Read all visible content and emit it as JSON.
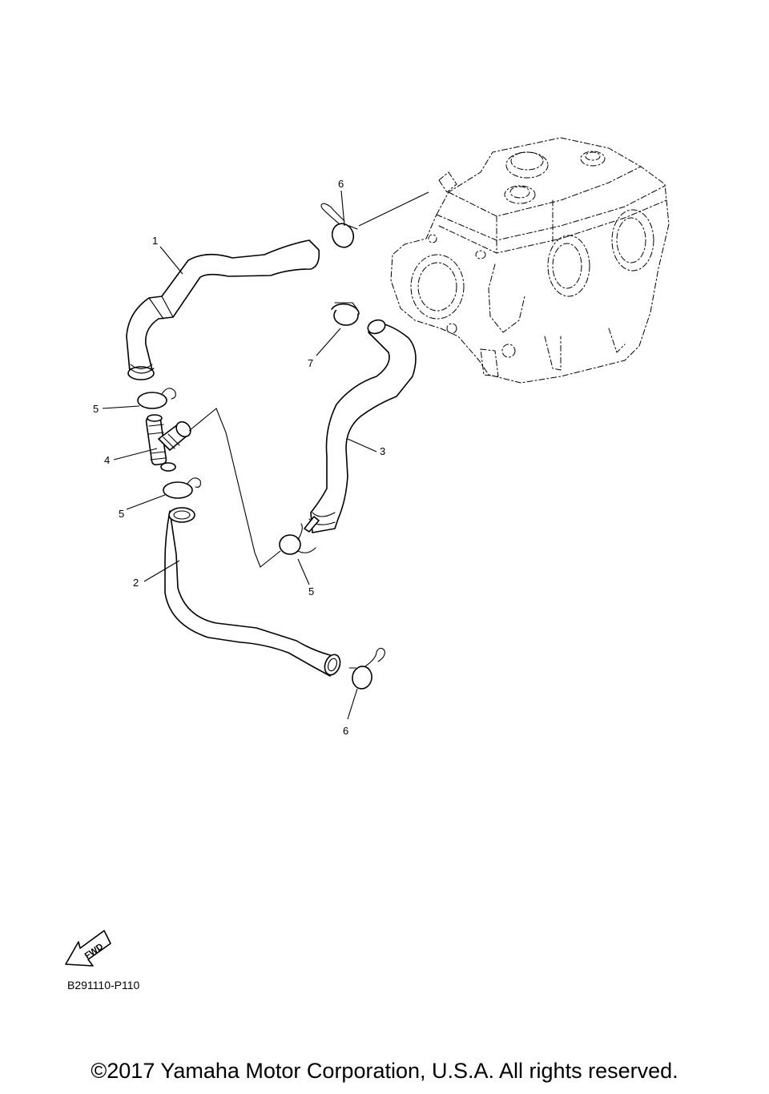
{
  "callouts": [
    {
      "id": "c1",
      "label": "1"
    },
    {
      "id": "c2",
      "label": "2"
    },
    {
      "id": "c3",
      "label": "3"
    },
    {
      "id": "c4",
      "label": "4"
    },
    {
      "id": "c5a",
      "label": "5"
    },
    {
      "id": "c5b",
      "label": "5"
    },
    {
      "id": "c5c",
      "label": "5"
    },
    {
      "id": "c6a",
      "label": "6"
    },
    {
      "id": "c6b",
      "label": "6"
    },
    {
      "id": "c7",
      "label": "7"
    }
  ],
  "fwd_label": "FWD",
  "reference_code": "B291110-P110",
  "copyright": "©2017 Yamaha Motor Corporation, U.S.A. All rights reserved."
}
